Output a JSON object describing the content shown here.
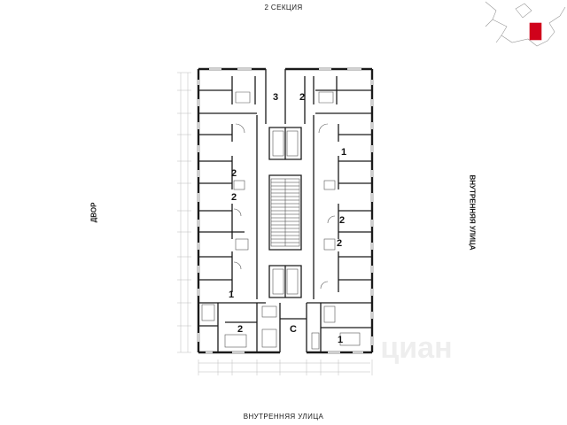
{
  "title": "2 СЕКЦИЯ",
  "side_left": "ДВОР",
  "side_right": "ВНУТРЕННЯЯ УЛИЦА",
  "side_bottom": "ВНУТРЕННЯЯ УЛИЦА",
  "watermark": "циан",
  "units": [
    {
      "id": "u1",
      "label": "3"
    },
    {
      "id": "u2",
      "label": "2"
    },
    {
      "id": "u3",
      "label": "1"
    },
    {
      "id": "u4",
      "label": "2"
    },
    {
      "id": "u5",
      "label": "2"
    },
    {
      "id": "u6",
      "label": "2"
    },
    {
      "id": "u7",
      "label": "2"
    },
    {
      "id": "u8",
      "label": "1"
    },
    {
      "id": "u9",
      "label": "2"
    },
    {
      "id": "u10",
      "label": "С"
    },
    {
      "id": "u11",
      "label": "1"
    }
  ],
  "colors": {
    "wall": "#1a1a1a",
    "thin": "#555555",
    "highlight": "#d0021b",
    "bg": "#ffffff"
  }
}
